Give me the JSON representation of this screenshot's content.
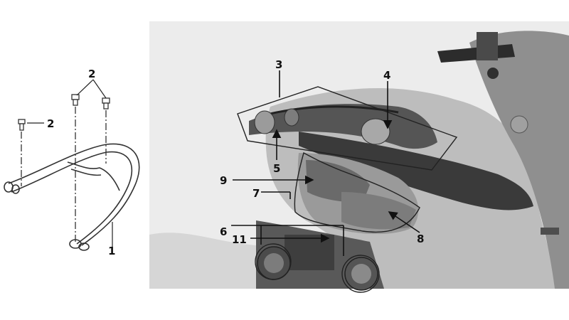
{
  "diagram": {
    "exploded_view": {
      "labels": {
        "bolt_top": "2",
        "bolt_left": "2",
        "bar": "1"
      }
    },
    "photo": {
      "labels": {
        "l3": "3",
        "l4": "4",
        "l5": "5",
        "l9": "9",
        "l7": "7",
        "l8": "8",
        "l6": "6",
        "l11": "11"
      }
    },
    "colors": {
      "background": "#ffffff",
      "line": "#222222",
      "photo_sky": "#e9e9e9",
      "photo_body": "#bdbdbd",
      "photo_dark": "#3a3a3a"
    }
  }
}
